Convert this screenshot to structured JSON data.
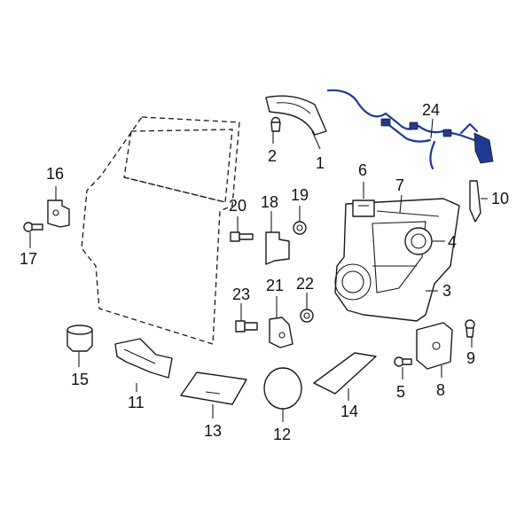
{
  "colors": {
    "line": "#1a1a1a",
    "highlight": "#1f3a93",
    "background": "#ffffff"
  },
  "callouts": [
    {
      "id": "1",
      "text": "1"
    },
    {
      "id": "2",
      "text": "2"
    },
    {
      "id": "3",
      "text": "3"
    },
    {
      "id": "4",
      "text": "4"
    },
    {
      "id": "5",
      "text": "5"
    },
    {
      "id": "6",
      "text": "6"
    },
    {
      "id": "7",
      "text": "7"
    },
    {
      "id": "8",
      "text": "8"
    },
    {
      "id": "9",
      "text": "9"
    },
    {
      "id": "10",
      "text": "10"
    },
    {
      "id": "11",
      "text": "11"
    },
    {
      "id": "12",
      "text": "12"
    },
    {
      "id": "13",
      "text": "13"
    },
    {
      "id": "14",
      "text": "14"
    },
    {
      "id": "15",
      "text": "15"
    },
    {
      "id": "16",
      "text": "16"
    },
    {
      "id": "17",
      "text": "17"
    },
    {
      "id": "18",
      "text": "18"
    },
    {
      "id": "19",
      "text": "19"
    },
    {
      "id": "20",
      "text": "20"
    },
    {
      "id": "21",
      "text": "21"
    },
    {
      "id": "22",
      "text": "22"
    },
    {
      "id": "23",
      "text": "23"
    },
    {
      "id": "24",
      "text": "24"
    }
  ],
  "highlighted_part": "24"
}
